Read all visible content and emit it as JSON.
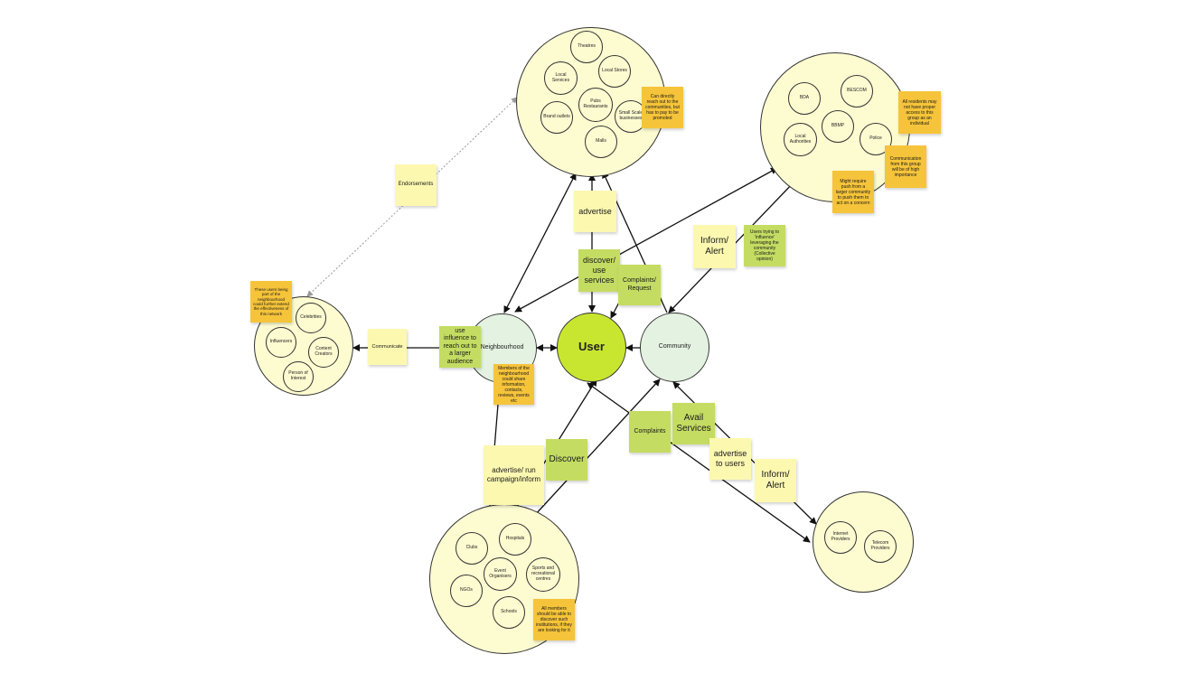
{
  "colors": {
    "group_fill": "#fdfbd0",
    "user_hub": "#c8e630",
    "pale_hub": "#e4f3e1",
    "sticky_pale": "#fcf8b0",
    "sticky_lime": "#c4dc62",
    "sticky_gold": "#f6c43a",
    "line": "#111111",
    "dashed_line": "#999999"
  },
  "hubs": {
    "user": "User",
    "neighbourhood": "Neighbourhood",
    "community": "Community"
  },
  "groups": {
    "services": {
      "items": [
        "Theatres",
        "Local Services",
        "Local Stores",
        "Pubs Restaurants",
        "Brand outlets",
        "Small Scale businesses",
        "Malls"
      ],
      "note": "Can directly reach out to the communities, but has to pay to be promoted"
    },
    "authorities": {
      "items": [
        "BDA",
        "BESCOM",
        "BBMP",
        "Local Authorities",
        "Police"
      ],
      "notes": [
        "All residents may not have proper access to this group as an individual",
        "Communication from this group will be of high importance",
        "Might require push from a larger community to push them to act on a concern"
      ]
    },
    "influencers": {
      "items": [
        "Celebrities",
        "Influencers",
        "Content Creators",
        "Person of Interest"
      ],
      "note": "These users being part of the neighbourhood could further extend the effectiveness of this network"
    },
    "institutions": {
      "items": [
        "Clubs",
        "Hospitals",
        "Event Organisers",
        "Sports and recreational centres",
        "NGOs",
        "Schools"
      ],
      "note": "All members should be able to discover such institutions, if they are looking for it"
    },
    "providers": {
      "items": [
        "Internet Providers",
        "Telecom Providers"
      ]
    }
  },
  "stickies": {
    "endorsements": "Endorsements",
    "communicate": "Communicate",
    "advertise": "advertise",
    "discover_use": "discover/ use services",
    "complaints_request": "Complaints/ Request",
    "inform_alert_top": "Inform/ Alert",
    "users_influence": "Users trying to 'influence' leveraging the community (Collective opinion)",
    "use_influence": "use influence to reach out to a larger audience",
    "members_note": "Members of the neighbourhood could share information, contacts, reviews, events etc",
    "complaints": "Complaints",
    "avail_services": "Avail Services",
    "advertise_users": "advertise to users",
    "inform_alert_bottom": "Inform/ Alert",
    "advertise_run": "advertise/ run campaign/inform",
    "discover": "Discover"
  }
}
